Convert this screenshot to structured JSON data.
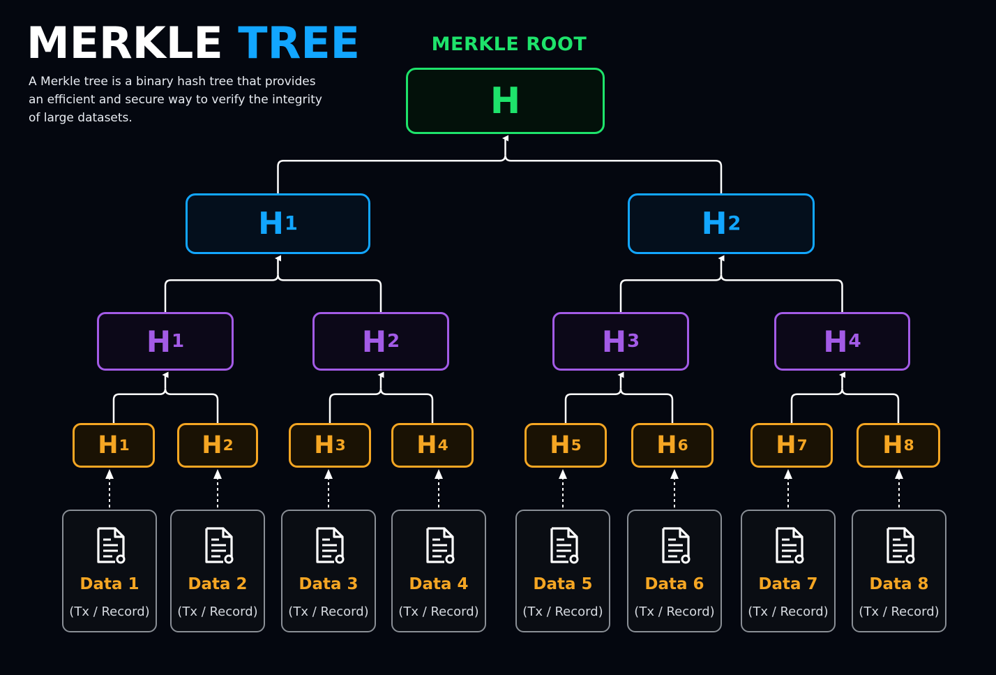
{
  "title": {
    "main": "MERKLE",
    "accent": "TREE"
  },
  "description": "A Merkle tree is a binary hash tree that provides an efficient and secure way to verify the integrity of large datasets.",
  "root": {
    "label": "MERKLE ROOT",
    "node": "H"
  },
  "level1": [
    {
      "base": "H",
      "sub": "1"
    },
    {
      "base": "H",
      "sub": "2"
    }
  ],
  "level2": [
    {
      "base": "H",
      "sub": "1"
    },
    {
      "base": "H",
      "sub": "2"
    },
    {
      "base": "H",
      "sub": "3"
    },
    {
      "base": "H",
      "sub": "4"
    }
  ],
  "level3": [
    {
      "base": "H",
      "sub": "1"
    },
    {
      "base": "H",
      "sub": "2"
    },
    {
      "base": "H",
      "sub": "3"
    },
    {
      "base": "H",
      "sub": "4"
    },
    {
      "base": "H",
      "sub": "5"
    },
    {
      "base": "H",
      "sub": "6"
    },
    {
      "base": "H",
      "sub": "7"
    },
    {
      "base": "H",
      "sub": "8"
    }
  ],
  "data_blocks": [
    {
      "name": "Data 1",
      "sub": "(Tx / Record)"
    },
    {
      "name": "Data 2",
      "sub": "(Tx / Record)"
    },
    {
      "name": "Data 3",
      "sub": "(Tx / Record)"
    },
    {
      "name": "Data 4",
      "sub": "(Tx / Record)"
    },
    {
      "name": "Data 5",
      "sub": "(Tx / Record)"
    },
    {
      "name": "Data 6",
      "sub": "(Tx / Record)"
    },
    {
      "name": "Data 7",
      "sub": "(Tx / Record)"
    },
    {
      "name": "Data 8",
      "sub": "(Tx / Record)"
    }
  ],
  "icons": {
    "data_block": "document-icon"
  },
  "colors": {
    "background": "#04070f",
    "root": "#1ee36b",
    "level1": "#12a6ff",
    "level2": "#a35be6",
    "level3": "#f5a623",
    "data_border": "#8a8f96",
    "connector": "#ffffff"
  }
}
